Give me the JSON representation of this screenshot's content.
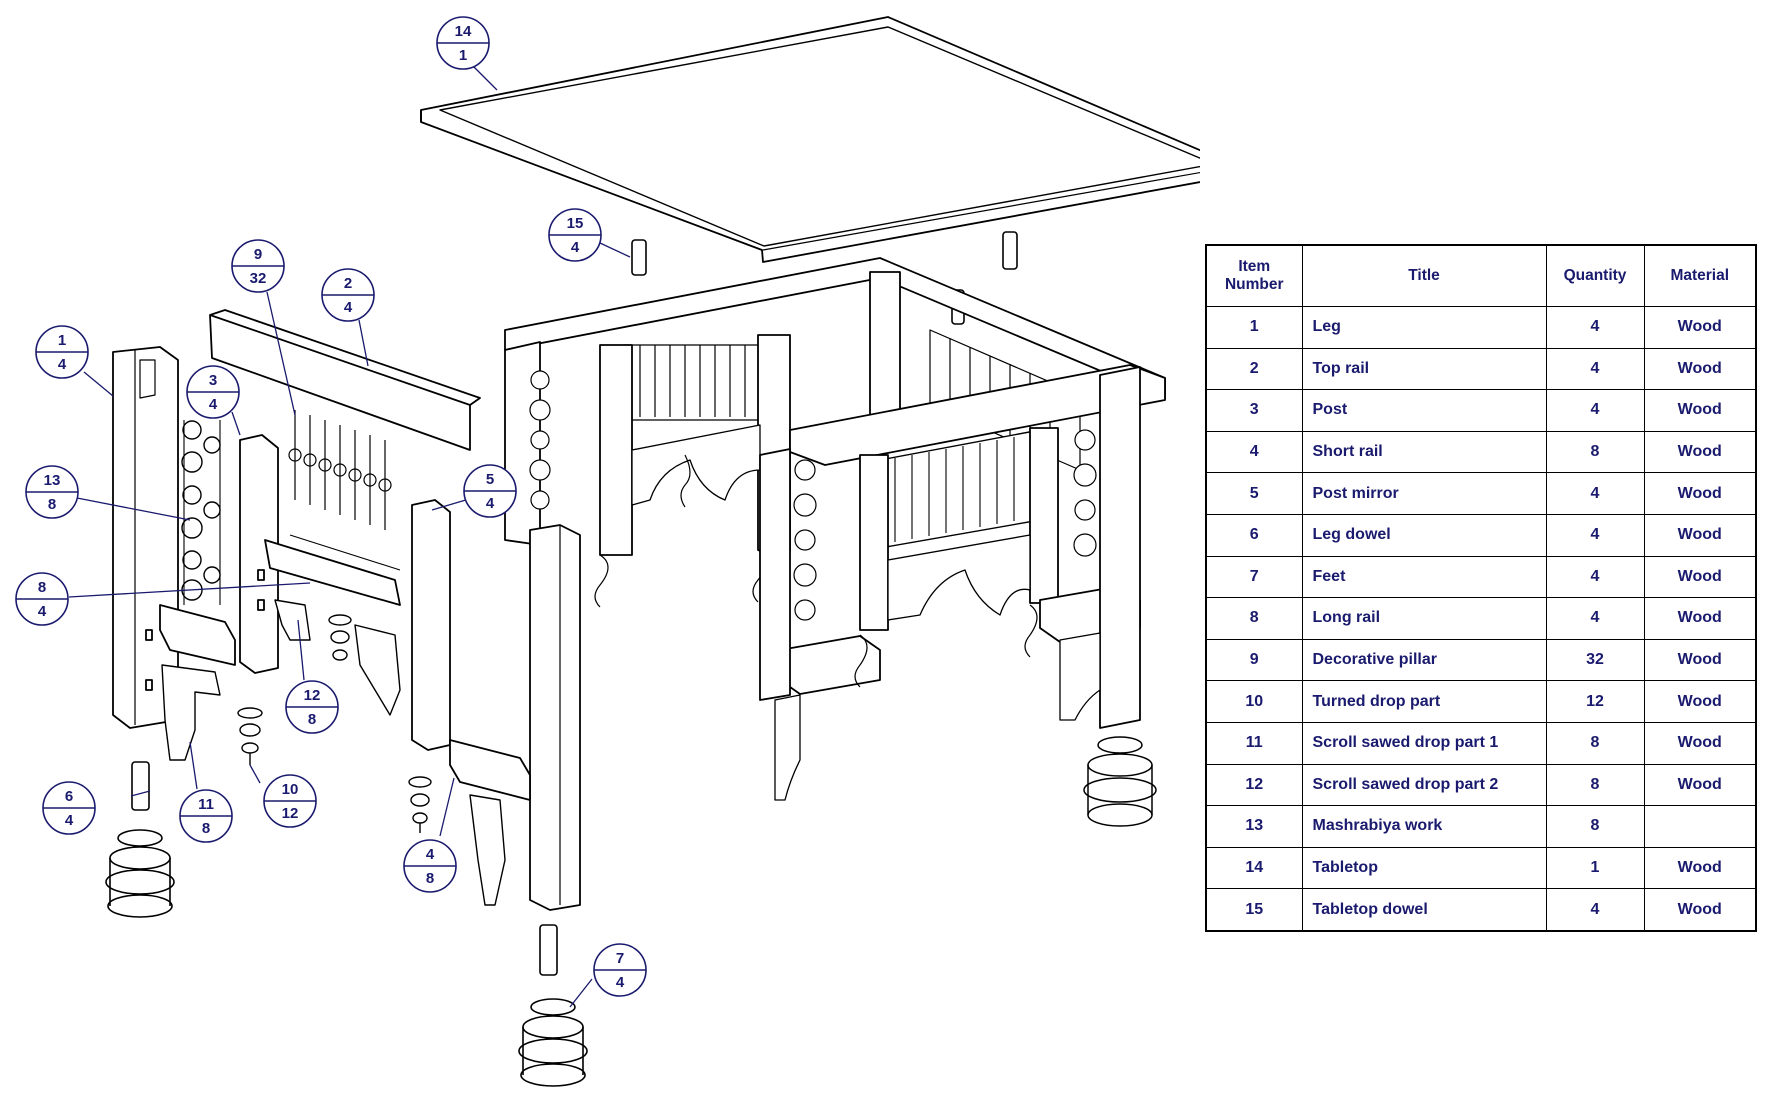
{
  "bom": {
    "headers": {
      "item_number_line1": "Item",
      "item_number_line2": "Number",
      "title": "Title",
      "quantity": "Quantity",
      "material": "Material"
    },
    "rows": [
      {
        "item": "1",
        "title": "Leg",
        "quantity": "4",
        "material": "Wood"
      },
      {
        "item": "2",
        "title": "Top rail",
        "quantity": "4",
        "material": "Wood"
      },
      {
        "item": "3",
        "title": "Post",
        "quantity": "4",
        "material": "Wood"
      },
      {
        "item": "4",
        "title": "Short rail",
        "quantity": "8",
        "material": "Wood"
      },
      {
        "item": "5",
        "title": "Post mirror",
        "quantity": "4",
        "material": "Wood"
      },
      {
        "item": "6",
        "title": "Leg dowel",
        "quantity": "4",
        "material": "Wood"
      },
      {
        "item": "7",
        "title": "Feet",
        "quantity": "4",
        "material": "Wood"
      },
      {
        "item": "8",
        "title": "Long rail",
        "quantity": "4",
        "material": "Wood"
      },
      {
        "item": "9",
        "title": "Decorative pillar",
        "quantity": "32",
        "material": "Wood"
      },
      {
        "item": "10",
        "title": "Turned drop part",
        "quantity": "12",
        "material": "Wood"
      },
      {
        "item": "11",
        "title": "Scroll sawed drop part 1",
        "quantity": "8",
        "material": "Wood"
      },
      {
        "item": "12",
        "title": "Scroll sawed drop part 2",
        "quantity": "8",
        "material": "Wood"
      },
      {
        "item": "13",
        "title": "Mashrabiya work",
        "quantity": "8",
        "material": ""
      },
      {
        "item": "14",
        "title": "Tabletop",
        "quantity": "1",
        "material": "Wood"
      },
      {
        "item": "15",
        "title": "Tabletop dowel",
        "quantity": "4",
        "material": "Wood"
      }
    ]
  },
  "balloons": [
    {
      "item": "14",
      "quantity": "1"
    },
    {
      "item": "15",
      "quantity": "4"
    },
    {
      "item": "9",
      "quantity": "32"
    },
    {
      "item": "2",
      "quantity": "4"
    },
    {
      "item": "1",
      "quantity": "4"
    },
    {
      "item": "3",
      "quantity": "4"
    },
    {
      "item": "13",
      "quantity": "8"
    },
    {
      "item": "5",
      "quantity": "4"
    },
    {
      "item": "8",
      "quantity": "4"
    },
    {
      "item": "12",
      "quantity": "8"
    },
    {
      "item": "6",
      "quantity": "4"
    },
    {
      "item": "11",
      "quantity": "8"
    },
    {
      "item": "10",
      "quantity": "12"
    },
    {
      "item": "4",
      "quantity": "8"
    },
    {
      "item": "7",
      "quantity": "4"
    }
  ],
  "colors": {
    "line": "#000000",
    "balloon": "#1a1a6e",
    "background": "#ffffff"
  }
}
